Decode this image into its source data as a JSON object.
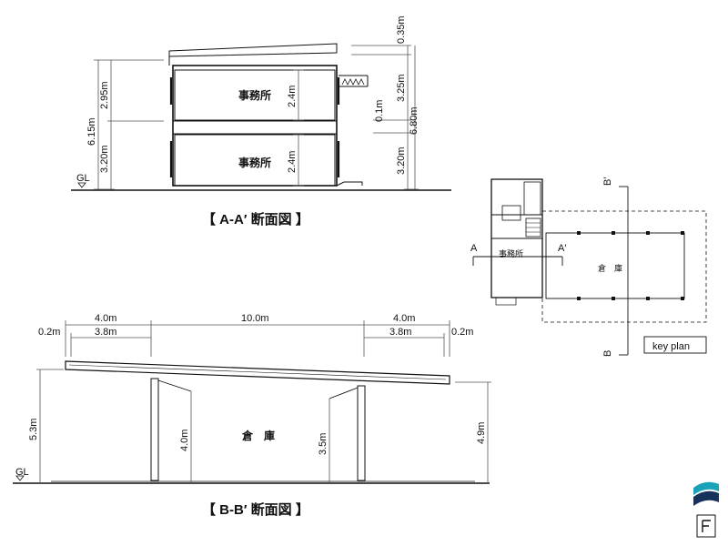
{
  "section_aa": {
    "caption": "【 A-A′ 断面図 】",
    "gl": "GL",
    "room_upper": "事務所",
    "room_lower": "事務所",
    "dim_6_15": "6.15m",
    "dim_2_95": "2.95m",
    "dim_3_20_left": "3.20m",
    "dim_2_4_upper": "2.4m",
    "dim_2_4_lower": "2.4m",
    "dim_0_35": "0.35m",
    "dim_3_25": "3.25m",
    "dim_0_1": "0.1m",
    "dim_6_80": "6.80m",
    "dim_3_20_right": "3.20m"
  },
  "section_bb": {
    "caption": "【 B-B′ 断面図 】",
    "gl": "GL",
    "room": "倉　庫",
    "dim_4_0_left": "4.0m",
    "dim_10_0": "10.0m",
    "dim_4_0_right": "4.0m",
    "dim_0_2_left": "0.2m",
    "dim_3_8_left": "3.8m",
    "dim_3_8_right": "3.8m",
    "dim_0_2_right": "0.2m",
    "dim_5_3": "5.3m",
    "dim_4_0_col": "4.0m",
    "dim_3_5": "3.5m",
    "dim_4_9": "4.9m"
  },
  "key_plan": {
    "label": "key plan",
    "a": "A",
    "a_prime": "A′",
    "b": "B",
    "b_prime": "B′",
    "office": "事務所",
    "warehouse": "倉　庫"
  },
  "colors": {
    "line": "#111111",
    "dim_line": "#555555",
    "logo_teal": "#1aa3b8",
    "logo_navy": "#16325c"
  },
  "icons": {
    "logo": "s-wave-logo-icon",
    "file": "f-document-icon"
  }
}
